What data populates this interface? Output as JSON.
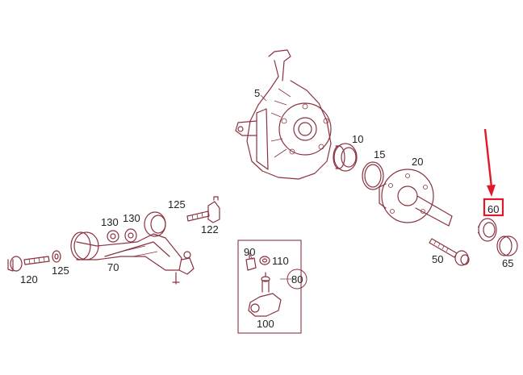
{
  "callouts": [
    {
      "id": "5",
      "text": "5"
    },
    {
      "id": "10",
      "text": "10"
    },
    {
      "id": "15",
      "text": "15"
    },
    {
      "id": "20",
      "text": "20"
    },
    {
      "id": "50",
      "text": "50"
    },
    {
      "id": "60",
      "text": "60"
    },
    {
      "id": "65",
      "text": "65"
    },
    {
      "id": "70",
      "text": "70"
    },
    {
      "id": "80",
      "text": "80"
    },
    {
      "id": "90",
      "text": "90"
    },
    {
      "id": "100",
      "text": "100"
    },
    {
      "id": "110",
      "text": "110"
    },
    {
      "id": "120",
      "text": "120"
    },
    {
      "id": "122",
      "text": "122"
    },
    {
      "id": "125a",
      "text": "125"
    },
    {
      "id": "125b",
      "text": "125"
    },
    {
      "id": "130a",
      "text": "130"
    },
    {
      "id": "130b",
      "text": "130"
    }
  ],
  "highlight": {
    "part": "60",
    "color": "#e0182a"
  },
  "colors": {
    "line": "#8a3340",
    "frame": "#8a3340",
    "highlight": "#e0182a"
  }
}
